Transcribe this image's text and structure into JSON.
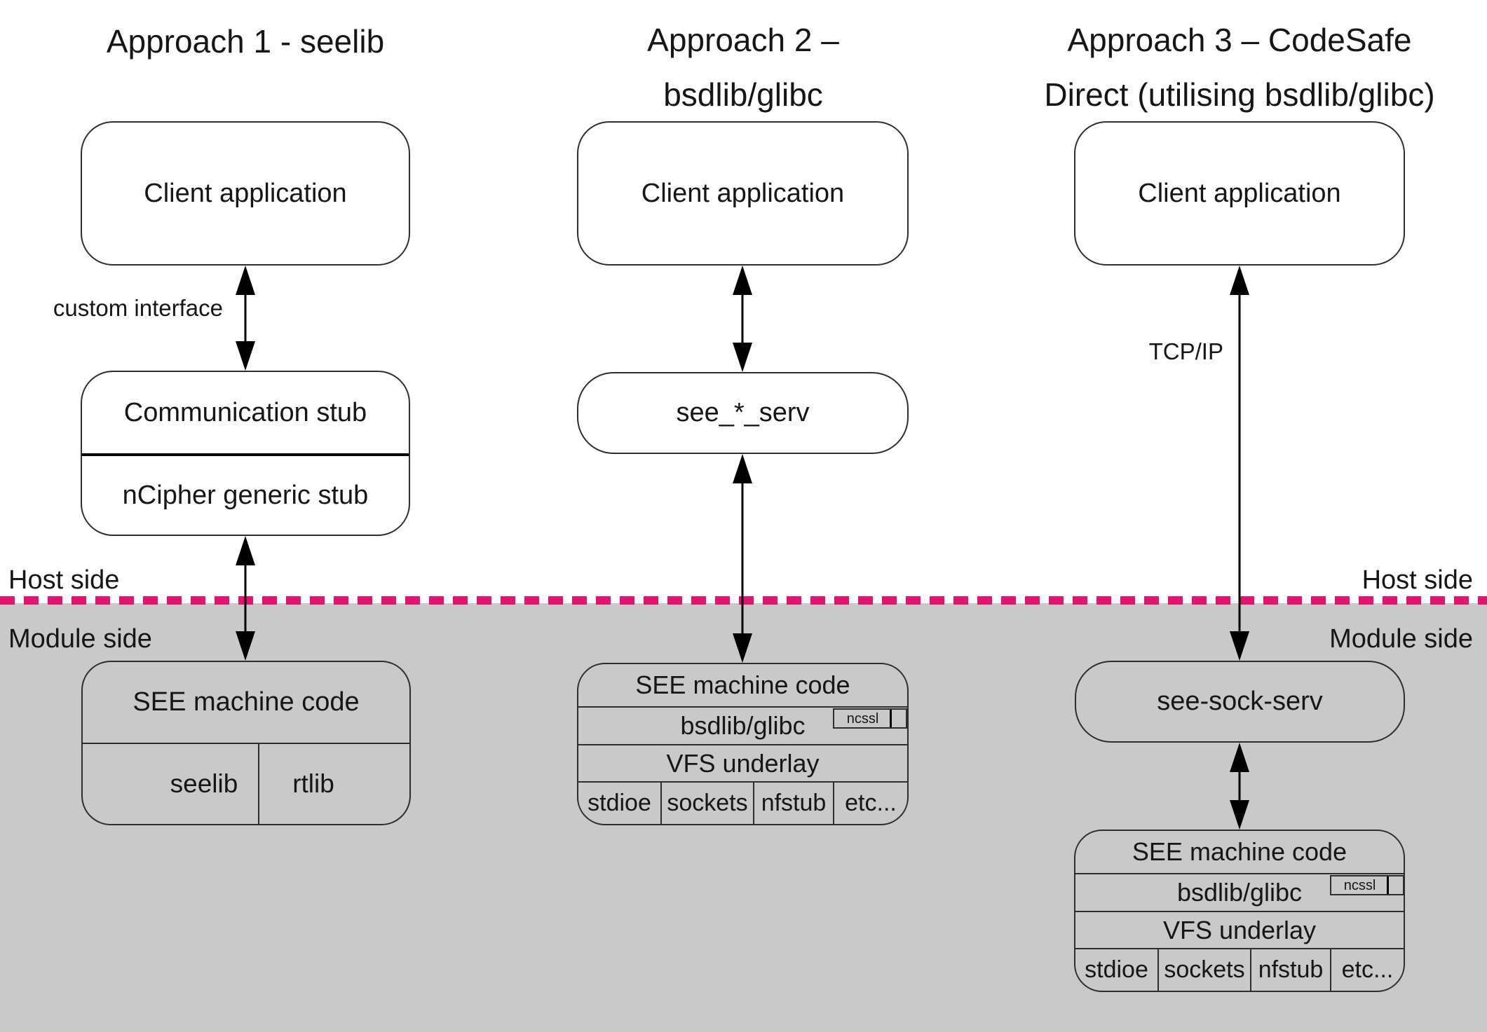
{
  "colors": {
    "module_background": "#c9c9c9",
    "separator_dash": "#e3146f",
    "box_border": "#2e2e2e",
    "text": "#161616"
  },
  "separator": {
    "host_left": "Host side",
    "host_right": "Host side",
    "module_left": "Module side",
    "module_right": "Module side"
  },
  "columns": [
    {
      "title": "Approach 1 - seelib",
      "client_box": "Client application",
      "interface_label": "custom interface",
      "stub_top": "Communication stub",
      "stub_bottom": "nCipher generic stub",
      "module_header": "SEE machine code",
      "module_cells": [
        "seelib",
        "rtlib"
      ]
    },
    {
      "title_line1": "Approach 2 –",
      "title_line2": "bsdlib/glibc",
      "client_box": "Client application",
      "serv_box": "see_*_serv",
      "stack_rows": [
        "SEE machine code",
        "bsdlib/glibc",
        "VFS underlay"
      ],
      "stack_badge": "ncssl",
      "stack_cells": [
        "stdioe",
        "sockets",
        "nfstub",
        "etc..."
      ]
    },
    {
      "title_line1": "Approach 3 – CodeSafe",
      "title_line2": "Direct (utilising bsdlib/glibc)",
      "client_box": "Client application",
      "arrow_label": "TCP/IP",
      "serv_box": "see-sock-serv",
      "stack_rows": [
        "SEE machine code",
        "bsdlib/glibc",
        "VFS underlay"
      ],
      "stack_badge": "ncssl",
      "stack_cells": [
        "stdioe",
        "sockets",
        "nfstub",
        "etc..."
      ]
    }
  ]
}
